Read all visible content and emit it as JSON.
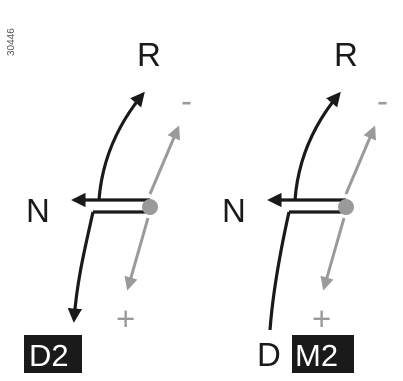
{
  "figure_ref": "30446",
  "colors": {
    "primary": "#1a1a1a",
    "secondary": "#9a9a9a",
    "inverse_text": "#ffffff"
  },
  "panels": [
    {
      "top": "R",
      "minus": "-",
      "left": "N",
      "plus": "+",
      "bottom_plain": "",
      "bottom_boxed": "D2"
    },
    {
      "top": "R",
      "minus": "-",
      "left": "N",
      "plus": "+",
      "bottom_plain": "D",
      "bottom_boxed": "M2"
    }
  ]
}
